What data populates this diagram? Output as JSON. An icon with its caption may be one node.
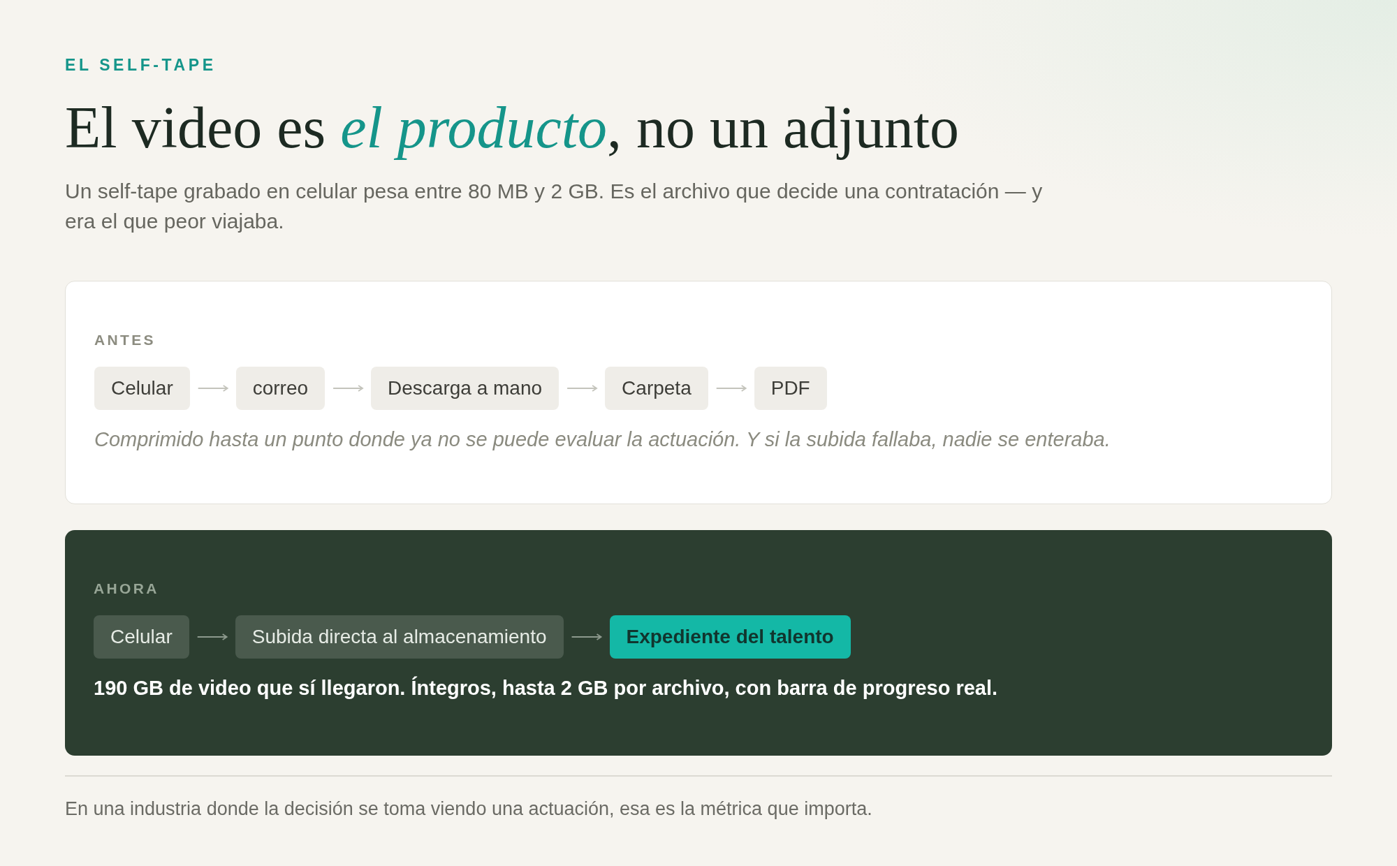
{
  "diagram": {
    "title": "El video es *el producto*, no un adjunto",
    "nodes": [
      {
        "text": [
          "ANTES",
          "Comprimido hasta un punto donde ya no se puede evaluar la actuación. Y si la subida fallaba, nadie se enteraba."
        ]
      },
      {
        "text": [
          "Celular"
        ],
        "in": 0
      },
      {
        "text": [
          "correo"
        ],
        "in": 0
      },
      {
        "text": [
          "Descarga a mano"
        ],
        "in": 0
      },
      {
        "text": [
          "Carpeta"
        ],
        "in": 0
      },
      {
        "text": [
          "PDF"
        ],
        "in": 0
      },
      {
        "text": [
          "AHORA",
          "190 GB de video que sí llegaron. Íntegros, hasta 2 GB por archivo, con barra de progreso real."
        ]
      },
      {
        "text": [
          "Celular"
        ],
        "in": 6
      },
      {
        "text": [
          "Subida directa al almacenamiento"
        ],
        "in": 6
      },
      {
        "text": [
          "Expediente del talento"
        ],
        "in": 6
      }
    ],
    "edges": [
      {
        "from": 1,
        "to": 2,
        "arrow": "to"
      },
      {
        "from": 2,
        "to": 3,
        "arrow": "to"
      },
      {
        "from": 3,
        "to": 4,
        "arrow": "to"
      },
      {
        "from": 4,
        "to": 5,
        "arrow": "to"
      },
      {
        "from": 7,
        "to": 8,
        "arrow": "to"
      },
      {
        "from": 8,
        "to": 9,
        "arrow": "to"
      }
    ],
    "labels": [
      "EL SELF-TAPE",
      "Un self-tape grabado en celular pesa entre 80 MB y 2 GB. Es el archivo que decide una contratación — y era el que peor viajaba.",
      "En una industria donde la decisión se toma viendo una actuación, esa es la métrica que importa."
    ]
  }
}
